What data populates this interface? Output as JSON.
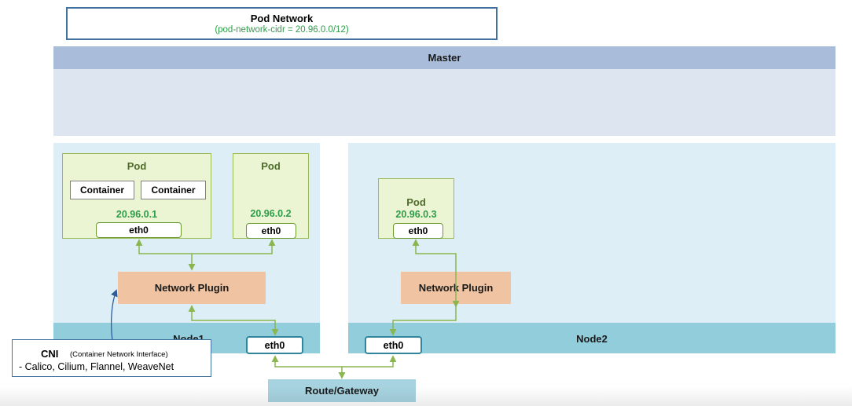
{
  "pod_network": {
    "title": "Pod Network",
    "subtitle": "(pod-network-cidr = 20.96.0.0/12)"
  },
  "master": {
    "label": "Master"
  },
  "node1": {
    "label": "Node1",
    "pods": [
      {
        "title": "Pod",
        "containers": [
          "Container",
          "Container"
        ],
        "ip": "20.96.0.1",
        "eth": "eth0"
      },
      {
        "title": "Pod",
        "ip": "20.96.0.2",
        "eth": "eth0"
      }
    ],
    "plugin": "Network Plugin",
    "eth": "eth0"
  },
  "node2": {
    "label": "Node2",
    "pods": [
      {
        "title": "Pod",
        "ip": "20.96.0.3",
        "eth": "eth0"
      }
    ],
    "plugin": "Network Plugin",
    "eth": "eth0"
  },
  "route": {
    "label": "Route/Gateway"
  },
  "cni": {
    "title": "CNI",
    "subtitle": "(Container Network Interface)",
    "list": "- Calico, Cilium, Flannel, WeaveNet"
  },
  "colors": {
    "arrow": "#8ab64f",
    "callout": "#2f5d9a",
    "pod_fill": "#ebf4d3",
    "plugin_fill": "#f0c4a2",
    "node_bar": "#92cddc",
    "ip_text": "#2e9d4a"
  }
}
